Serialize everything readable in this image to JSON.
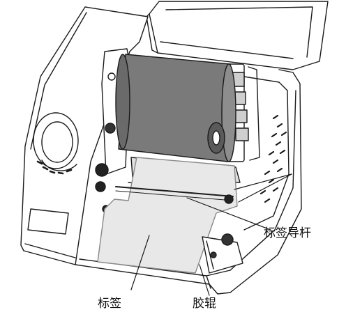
{
  "labels": {
    "guide_rod": "标签导杆",
    "label": "标签",
    "rubber_roller": "胶辊"
  },
  "colors": {
    "ink": "#1a1a1a",
    "ribbon": "#7a7a7a",
    "ribbon_shadow": "#5a5a5a",
    "label_paper": "#e8e8e8",
    "body_fill": "#ffffff"
  }
}
